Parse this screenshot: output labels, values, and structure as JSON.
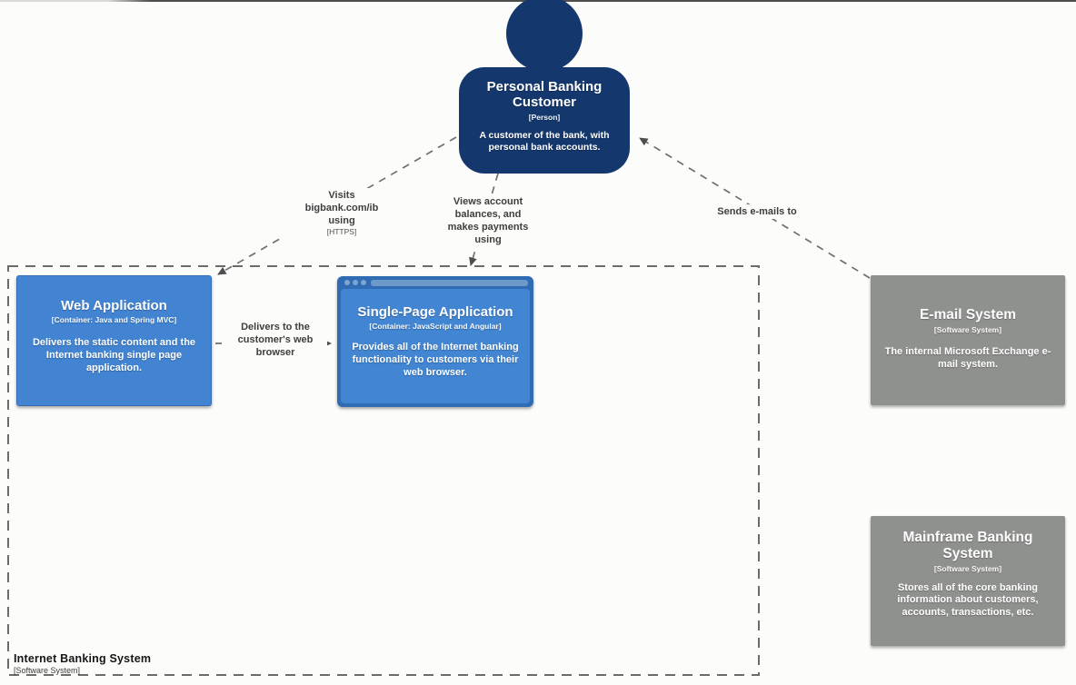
{
  "diagram": {
    "background_color": "#fcfcfa",
    "person": {
      "title_lines": [
        "Personal Banking",
        "Customer"
      ],
      "meta": "[Person]",
      "description": "A customer of the bank, with personal bank accounts.",
      "color": "#14386e"
    },
    "containers": {
      "web_app": {
        "title": "Web Application",
        "meta": "[Container: Java and Spring MVC]",
        "description": "Delivers the static content and the Internet banking single page application.",
        "color": "#4284d2"
      },
      "spa": {
        "title": "Single-Page Application",
        "meta": "[Container: JavaScript and Angular]",
        "description": "Provides all of the Internet banking functionality to customers via their web browser.",
        "color": "#4285d2",
        "frame_color": "#2f6cb3"
      }
    },
    "external_systems": {
      "email": {
        "title": "E-mail System",
        "meta": "[Software System]",
        "description": "The internal Microsoft Exchange e-mail system.",
        "color": "#8f918e"
      },
      "mainframe": {
        "title_lines": [
          "Mainframe Banking",
          "System"
        ],
        "meta": "[Software System]",
        "description": "Stores all of the core banking information about customers, accounts, transactions, etc.",
        "color": "#8f918e"
      }
    },
    "boundary": {
      "title": "Internet Banking System",
      "meta": "[Software System]"
    },
    "relationships": {
      "visits": {
        "lines": [
          "Visits",
          "bigbank.com/ib",
          "using"
        ],
        "tech": "[HTTPS]"
      },
      "views": {
        "lines": [
          "Views account",
          "balances, and",
          "makes payments",
          "using"
        ]
      },
      "sends": {
        "label": "Sends e-mails to"
      },
      "delivers": {
        "lines": [
          "Delivers to the",
          "customer's web",
          "browser"
        ]
      }
    },
    "edge_color": "#6f6f6f"
  }
}
